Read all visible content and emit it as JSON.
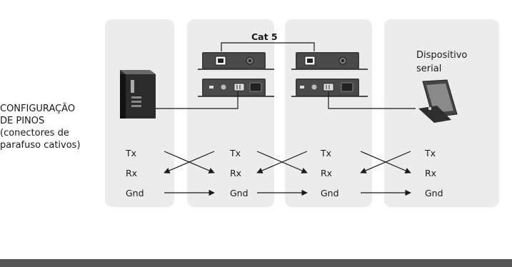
{
  "left_label": {
    "line1": "CONFIGURAÇÃO",
    "line2": "DE PINOS",
    "line3": "(conectores de",
    "line4": "parafuso cativos)"
  },
  "cable_label": "Cat 5",
  "device_label": {
    "line1": "Dispositivo",
    "line2": "serial"
  },
  "signals": {
    "panel1": {
      "tx": "Tx",
      "rx": "Rx",
      "gnd": "Gnd"
    },
    "panel2": {
      "tx": "Tx",
      "rx": "Rx",
      "gnd": "Gnd"
    },
    "panel3": {
      "tx": "Tx",
      "rx": "Rx",
      "gnd": "Gnd"
    },
    "panel4": {
      "tx": "Tx",
      "rx": "Rx",
      "gnd": "Gnd"
    }
  },
  "colors": {
    "panel": "#ececec",
    "device_dark": "#3a3a3a",
    "line": "#1a1a1a",
    "bottom_bar": "#555555"
  }
}
